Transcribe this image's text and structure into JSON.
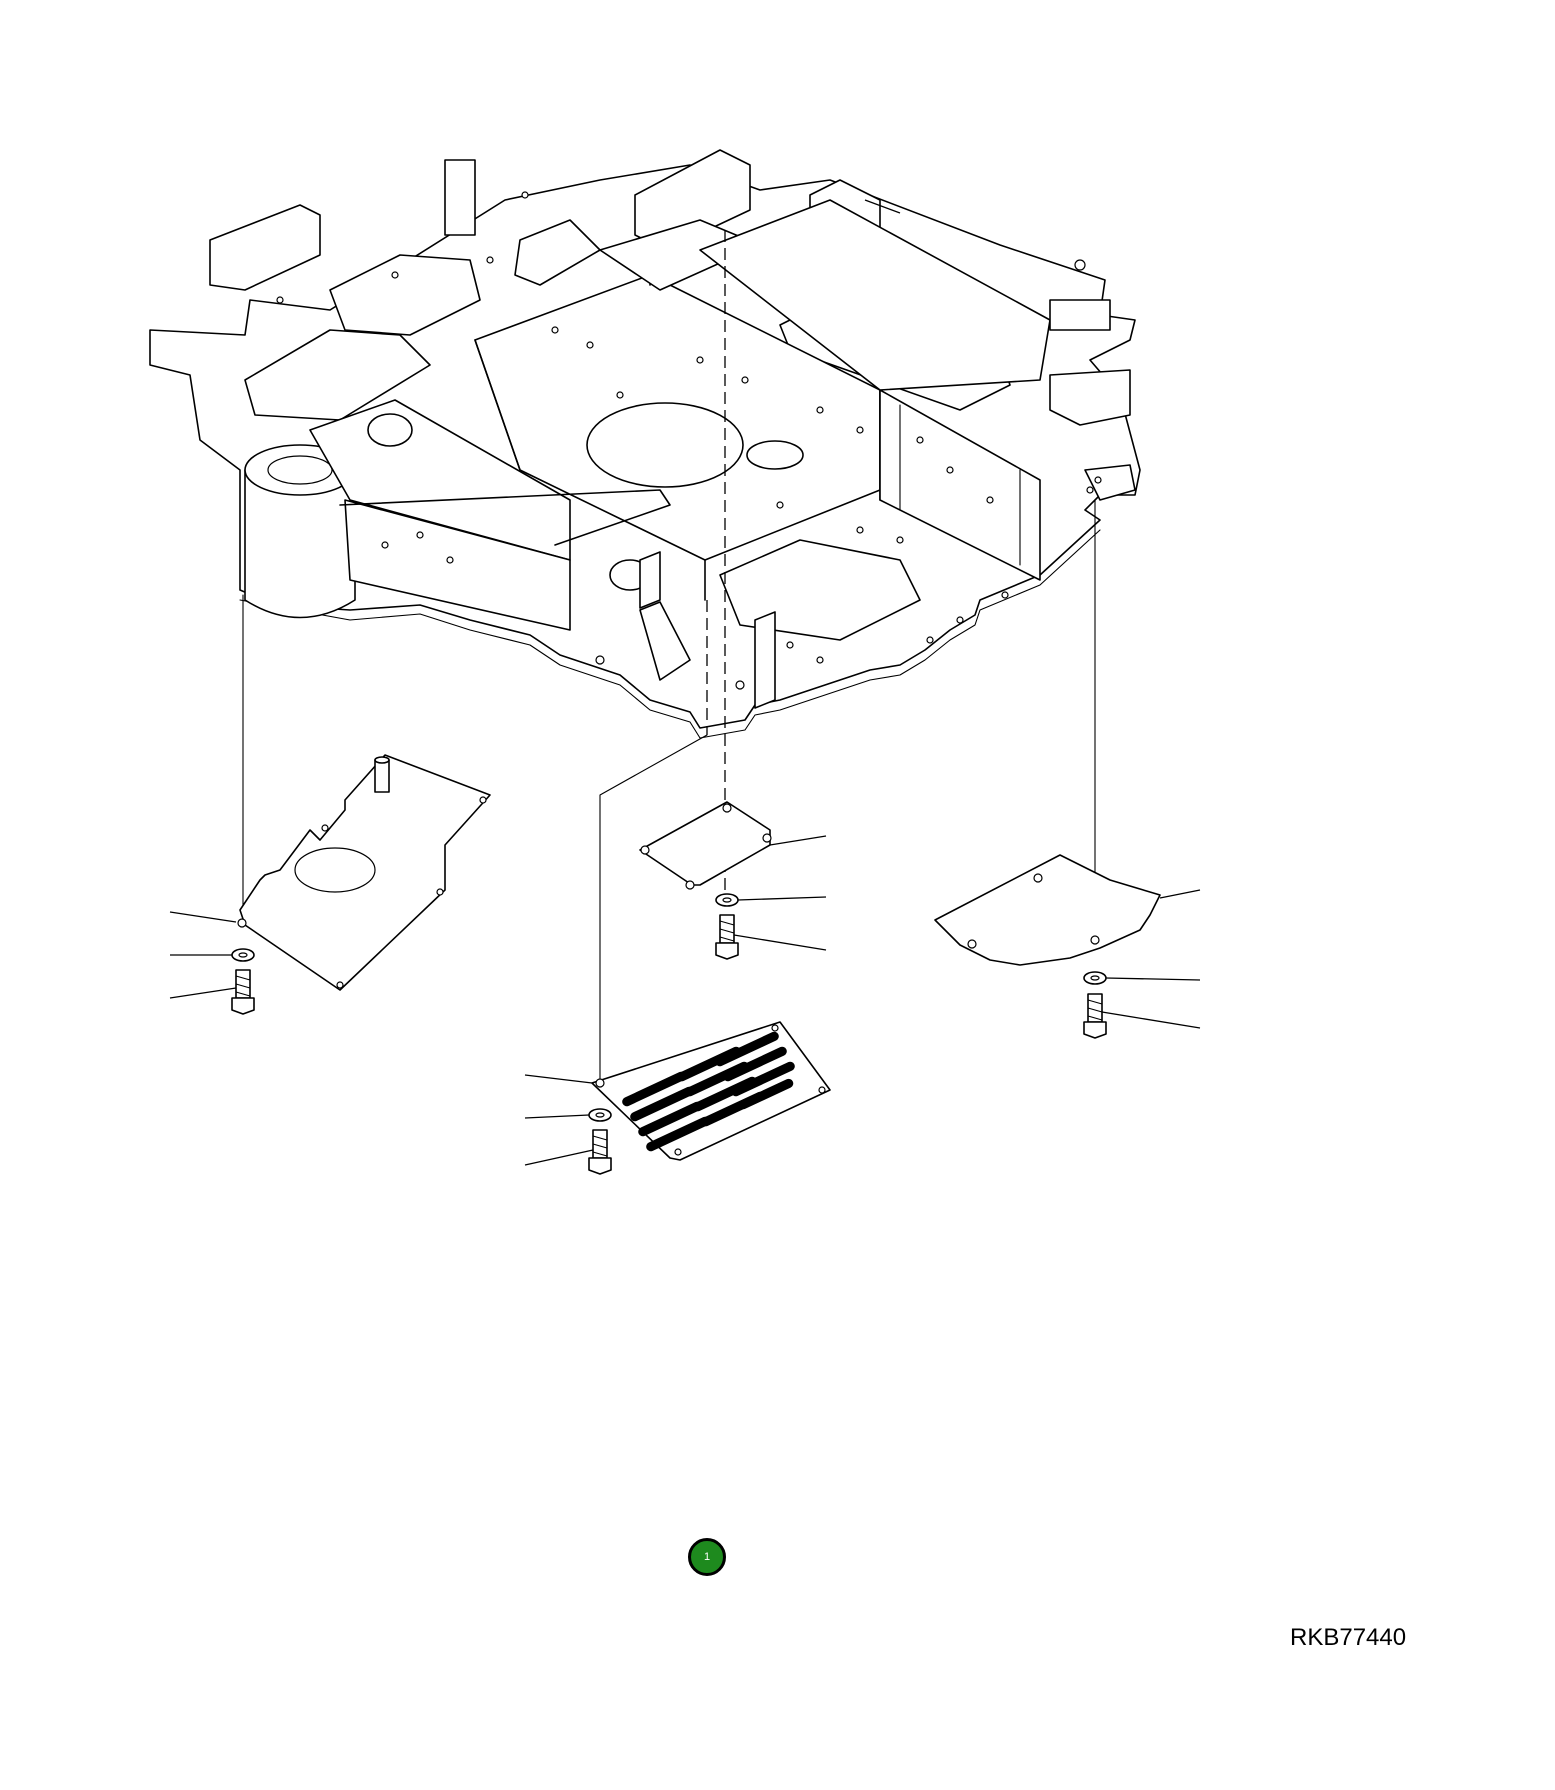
{
  "drawing": {
    "number": "RKB77440"
  },
  "callout": {
    "label": "1",
    "color": "#1e8a1e"
  },
  "icons": {
    "frame": "revolving-frame-illustration",
    "cover_left": "cover-plate-icon",
    "cover_center": "cover-plate-icon",
    "cover_right": "cover-plate-icon",
    "grille": "vented-cover-icon",
    "bolt": "bolt-icon",
    "washer": "washer-icon"
  }
}
